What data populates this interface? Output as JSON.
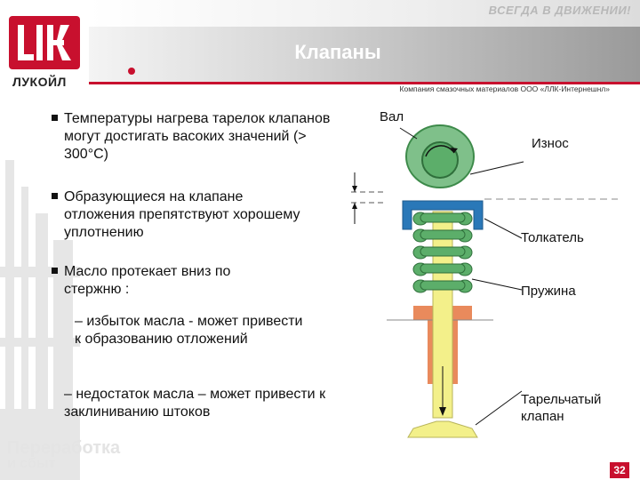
{
  "header": {
    "slogan": "ВСЕГДА В ДВИЖЕНИИ!",
    "title": "Клапаны",
    "subtitle": "Компания смазочных материалов ООО «ЛЛК-Интернешнл»"
  },
  "logo": {
    "text": "ЛУКОЙЛ"
  },
  "bullets": [
    {
      "text": "Температуры нагрева тарелок клапанов могут достигать васоких значений (> 300°С)"
    },
    {
      "text": "Образующиеся на клапане отложения препятствуют хорошему уплотнению"
    },
    {
      "text": "Масло протекает вниз по стержню :"
    }
  ],
  "sub_bullets": [
    {
      "text": "– избыток масла - может привести к образованию отложений"
    },
    {
      "text": "– недостаток  масла – может привести к заклиниванию штоков"
    }
  ],
  "diagram": {
    "labels": {
      "shaft": "Вал",
      "wear": "Износ",
      "tappet": "Толкатель",
      "spring": "Пружина",
      "valve": "Тарельчатый клапан"
    }
  },
  "watermark": {
    "line1": "Переработка",
    "line2": "и сбыт"
  },
  "page_number": "32",
  "colors": {
    "accent_red": "#c8102e",
    "tappet_blue": "#2a78b8",
    "spring_green": "#5cae6a",
    "stem_yellow": "#f3f08a",
    "guide_orange": "#e98a5c"
  }
}
